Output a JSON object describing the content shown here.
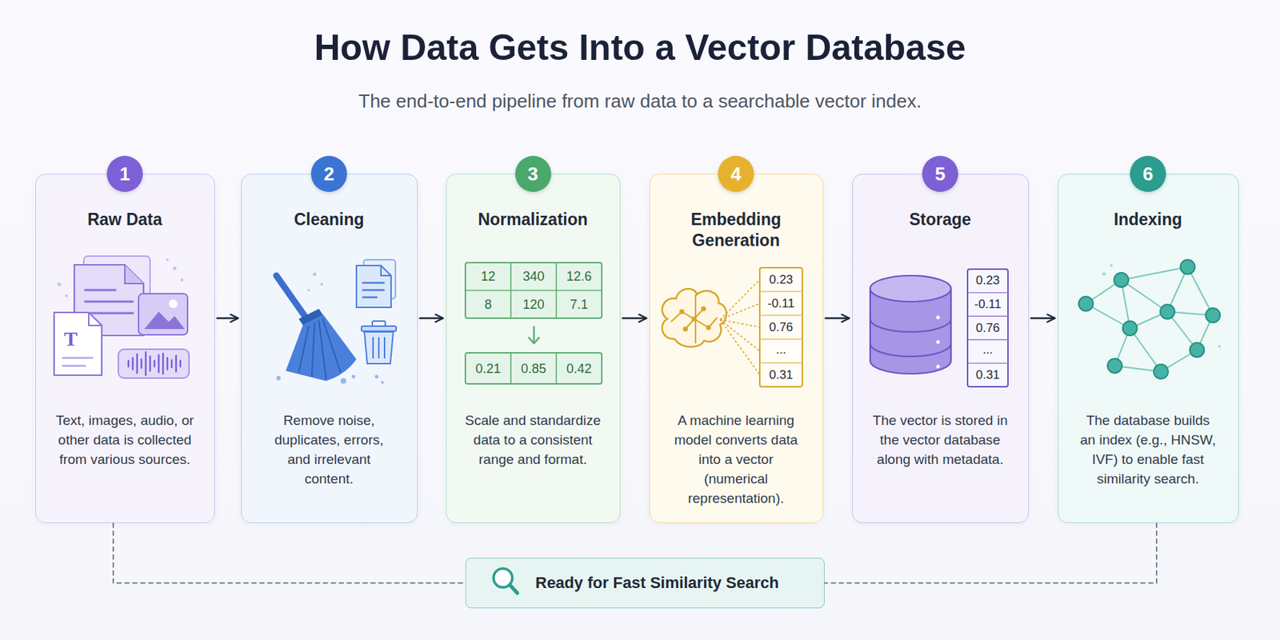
{
  "diagram": {
    "title": "How Data Gets Into a Vector Database",
    "caption": "The end-to-end pipeline from raw data to a searchable vector index.",
    "nodes": [
      {
        "text": [
          "Raw Data",
          "Text, images, audio, or other data is collected from various sources."
        ]
      },
      {
        "text": [
          "1"
        ],
        "in": 0
      },
      {
        "text": [
          "Cleaning",
          "Remove noise, duplicates, errors, and irrelevant content."
        ]
      },
      {
        "text": [
          "2"
        ],
        "in": 2
      },
      {
        "text": [
          "Normalization",
          "Scale and standardize data to a consistent range and format."
        ]
      },
      {
        "text": [
          "3"
        ],
        "in": 4
      },
      {
        "text": [
          "Embedding Generation",
          "A machine learning model converts data into a vector (numerical representation)."
        ]
      },
      {
        "text": [
          "4"
        ],
        "in": 6
      },
      {
        "text": [
          "Storage",
          "The vector is stored in the vector database along with metadata."
        ]
      },
      {
        "text": [
          "5"
        ],
        "in": 8
      },
      {
        "text": [
          "Indexing",
          "The database builds an index (e.g., HNSW, IVF) to enable fast similarity search."
        ]
      },
      {
        "text": [
          "6"
        ],
        "in": 10
      },
      {
        "text": [
          "Ready for Fast Similarity Search"
        ]
      }
    ],
    "edges": [
      {
        "from": 0,
        "to": 2,
        "arrow": "to"
      },
      {
        "from": 2,
        "to": 4,
        "arrow": "to"
      },
      {
        "from": 4,
        "to": 6,
        "arrow": "to"
      },
      {
        "from": 6,
        "to": 8,
        "arrow": "to"
      },
      {
        "from": 8,
        "to": 10,
        "arrow": "to"
      },
      {
        "from": 0,
        "to": 12,
        "arrow": "none"
      },
      {
        "from": 10,
        "to": 12,
        "arrow": "none"
      }
    ],
    "labels": [
      "T",
      "12",
      "340",
      "12.6",
      "8",
      "120",
      "7.1",
      "0.21",
      "0.85",
      "0.42",
      "0.23",
      "-0.11",
      "0.76",
      "...",
      "0.31",
      "0.23",
      "-0.11",
      "0.76",
      "...",
      "0.31"
    ]
  }
}
